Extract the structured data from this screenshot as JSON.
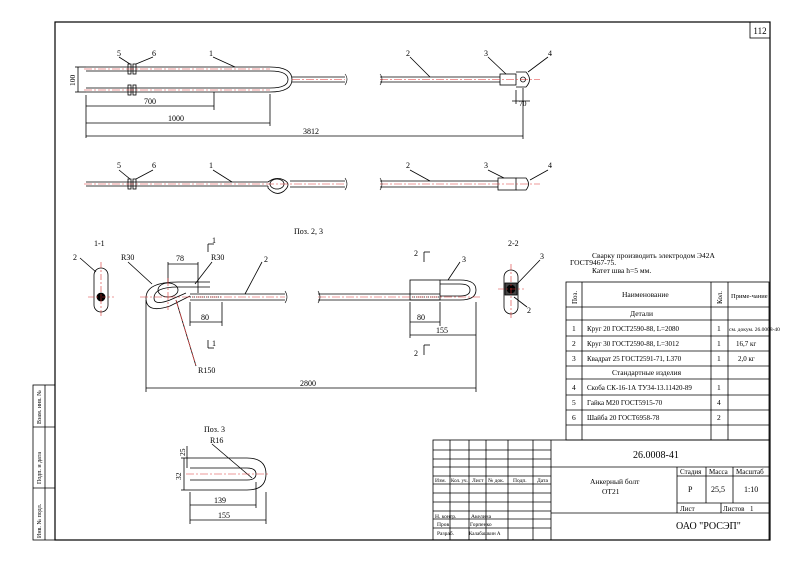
{
  "sheet": {
    "page_number": "112"
  },
  "views": {
    "top": {
      "labels": [
        "5",
        "6",
        "1",
        "2",
        "3",
        "4"
      ],
      "dims": {
        "height": "100",
        "l700": "700",
        "l1000": "1000",
        "l3812": "3812",
        "d70": "70"
      }
    },
    "middle": {
      "labels": [
        "5",
        "6",
        "1",
        "2",
        "3",
        "4"
      ]
    },
    "poz23": {
      "caption": "Поз. 2, 3",
      "section_1": "1-1",
      "section_2": "2-2",
      "labels": {
        "p2a": "2",
        "p3": "3",
        "p2b": "2",
        "p2c": "2",
        "p3b": "3",
        "p2d": "2",
        "p2e": "2",
        "m1a": "1",
        "m1b": "1"
      },
      "dims": {
        "r30a": "R30",
        "d78": "78",
        "r30b": "R30",
        "d80a": "80",
        "d80b": "80",
        "d155": "155",
        "r150": "R150",
        "d2800": "2800"
      }
    },
    "poz3": {
      "caption": "Поз. 3",
      "dims": {
        "r16": "R16",
        "d25": "25",
        "d32": "32",
        "d139": "139",
        "d155": "155"
      }
    }
  },
  "notes": [
    "Сварку производить электродом Э42А",
    "ГОСТ9467-75.",
    "Катет шва h=5 мм."
  ],
  "spec": {
    "headers": {
      "pos": "Поз.",
      "name": "Наименование",
      "qty": "Кол.",
      "note": "Приме-чание"
    },
    "sections": [
      {
        "title": "Детали",
        "rows": [
          {
            "pos": "1",
            "name": "Круг 20 ГОСТ2590-88, L=2080",
            "qty": "1",
            "note": "см. докум. 26.0008-40"
          },
          {
            "pos": "2",
            "name": "Круг 30 ГОСТ2590-88, L=3012",
            "qty": "1",
            "note": "16,7 кг"
          },
          {
            "pos": "3",
            "name": "Квадрат 25 ГОСТ2591-71, L370",
            "qty": "1",
            "note": "2,0 кг"
          }
        ]
      },
      {
        "title": "Стандартные изделия",
        "rows": [
          {
            "pos": "4",
            "name": "Скоба СК-16-1А ТУ34-13.11420-89",
            "qty": "1",
            "note": ""
          },
          {
            "pos": "5",
            "name": "Гайка М20 ГОСТ5915-70",
            "qty": "4",
            "note": ""
          },
          {
            "pos": "6",
            "name": "Шайба 20 ГОСТ6958-78",
            "qty": "2",
            "note": ""
          }
        ]
      }
    ]
  },
  "title_block": {
    "designation": "26.0008-41",
    "product_name_1": "Анкерный болт",
    "product_name_2": "ОТ21",
    "headers": {
      "izm": "Изм.",
      "kol_uch": "Кол. уч.",
      "list": "Лист",
      "ndok": "№ док.",
      "podp": "Подп.",
      "data": "Дата"
    },
    "roles": [
      "Н. контр.",
      "Пров.",
      "Разраб."
    ],
    "names": [
      "Акелина",
      "Горпенко",
      "Калабашкин А"
    ],
    "stage_label": "Стадия",
    "mass_label": "Масса",
    "scale_label": "Масштаб",
    "stage": "Р",
    "mass": "25,5",
    "scale": "1:10",
    "sheet_label": "Лист",
    "sheets_label": "Листов",
    "sheets": "1",
    "organization": "ОАО \"РОСЭП\""
  },
  "side_stamps": [
    "Взам. инв. №",
    "Подп. и дата",
    "Инв. № подл."
  ]
}
